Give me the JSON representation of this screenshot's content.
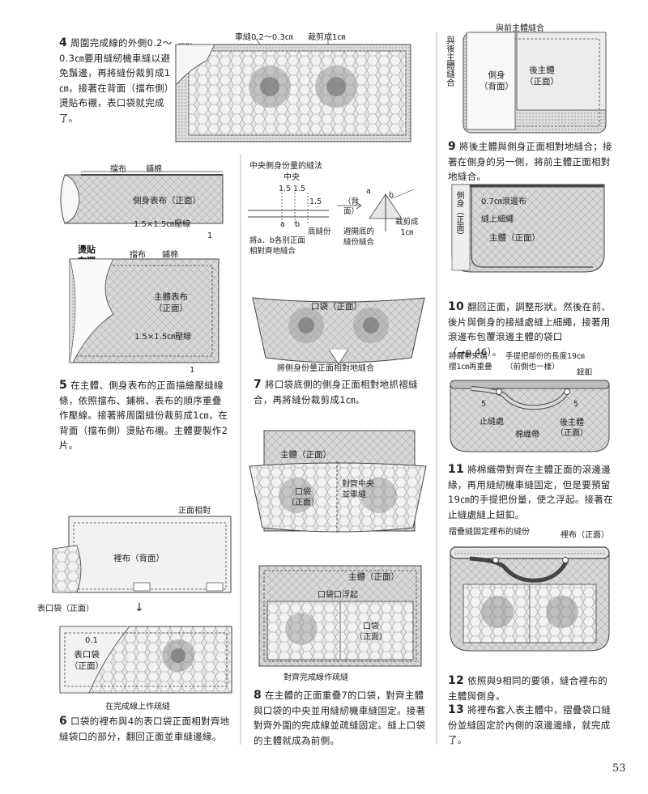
{
  "page_number": "53",
  "steps": {
    "s4": {
      "num": "4",
      "text": "周圍完成線的外側0.2〜0.3㎝要用縫紉機車縫以避免鬚邊，再將縫份裁剪成1㎝，接著在背面（擋布側）燙貼布襯，表口袋就完成了。"
    },
    "s5": {
      "num": "5",
      "text": "在主體、側身表布的正面描繪壓縫線條，依照擋布、鋪棉、表布的順序重疊作壓線。接著將周圍縫份裁剪成1㎝，在背面（擋布側）燙貼布襯。主體要製作2片。"
    },
    "s6": {
      "num": "6",
      "text": "口袋的裡布與4的表口袋正面相對齊地縫袋口的部分，翻回正面並車縫邊緣。"
    },
    "s7": {
      "num": "7",
      "text": "將口袋底側的側身正面相對地抓褶縫合，再將縫份裁剪成1㎝。"
    },
    "s8": {
      "num": "8",
      "text": "在主體的正面重疊7的口袋，對齊主體與口袋的中央並用縫紉機車縫固定。接著對齊外圍的完成線並疏縫固定。縫上口袋的主體就成為前側。"
    },
    "s9": {
      "num": "9",
      "text": "將後主體與側身正面相對地縫合；接著在側身的另一側，將前主體正面相對地縫合。"
    },
    "s10": {
      "num": "10",
      "text": "翻回正面，調整形狀。然後在前、後片與側身的接縫處縫上細繩，接著用滾邊布包覆滾邊主體的袋口（→p.46）。"
    },
    "s11": {
      "num": "11",
      "text": "將棉織帶對齊在主體正面的滾邊邊緣，再用縫紉機車縫固定，但是要預留19㎝的手提把份量，使之浮起。接著在止縫處縫上鈕釦。"
    },
    "s12": {
      "num": "12",
      "text": "依照與9相同的要領，縫合裡布的主體與側身。"
    },
    "s13": {
      "num": "13",
      "text": "將裡布套入表主體中，摺疊袋口縫份並縫固定於內側的滾邊邊緣，就完成了。"
    }
  },
  "fig4": {
    "l1": "燙貼",
    "l2": "布襯",
    "stitch": "車縫0.2〜0.3㎝",
    "cut": "裁剪成1㎝"
  },
  "fig5a": {
    "lining": "擋布",
    "batting": "鋪棉",
    "fabric": "側身表布（正面）",
    "quilt": "1.5×1.5㎝壓線",
    "one": "1"
  },
  "fig5b": {
    "interf1": "燙貼",
    "interf2": "布襯",
    "lining": "擋布",
    "batting": "鋪棉",
    "fabric1": "主體表布",
    "fabric2": "（正面）",
    "quilt": "1.5×1.5㎝壓線",
    "one": "1"
  },
  "fig_center": {
    "title": "中央側身份量的縫法",
    "center": "中央",
    "d1": "1.5",
    "d2": "1.5",
    "d3": "1.5",
    "a": "a",
    "b": "b",
    "a2": "a",
    "b2": "b",
    "bottom_seam": "底縫份",
    "back1": "（背",
    "back2": "面）",
    "note1": "將a．b各別正面",
    "note2": "相對齊地縫合",
    "open1": "避開底的",
    "open2": "縫份縫合",
    "cut1": "裁剪成",
    "cut2": "1㎝"
  },
  "fig7": {
    "pocket": "口袋（正面）",
    "sew": "將側身份量正面相對地縫合"
  },
  "fig8a": {
    "body": "主體（正面）",
    "align1": "對齊中央",
    "align2": "並車縫",
    "pocket1": "口袋",
    "pocket2": "（正面）"
  },
  "fig8b": {
    "body": "主體（正面）",
    "float": "口袋口浮起",
    "pocket1": "口袋",
    "pocket2": "（正面）",
    "baste": "對齊完成線作疏縫"
  },
  "fig6a": {
    "rs": "正面相對",
    "lining": "裡布（背面）",
    "outer": "表口袋（正面）",
    "arrow": "↓"
  },
  "fig6b": {
    "num": "0.1",
    "pocket1": "表口袋",
    "pocket2": "（正面）",
    "topstitch": "在完成線上作疏縫"
  },
  "fig9": {
    "front": "與前主體縫合",
    "back_side": "與後主體縫合",
    "side1": "側身",
    "side2": "（背面）",
    "rear1": "後主體",
    "rear2": "（正面）"
  },
  "fig10": {
    "side": "側身（正面）",
    "bind": "0.7㎝滾邊布",
    "cord": "縫上細繩",
    "body": "主體（正面）"
  },
  "fig11": {
    "end1": "將織帶末端",
    "end2": "摺1㎝再重疊",
    "handle1": "手提把部份的長度19㎝",
    "handle2": "（前側也一樣）",
    "button": "鈕釦",
    "five1": "5",
    "five2": "5",
    "stop": "止縫處",
    "tape": "棉織帶",
    "rear1": "後主體",
    "rear2": "（正面）"
  },
  "fig12": {
    "fold": "摺疊縫固定裡布的縫份",
    "lining": "裡布（正面）"
  }
}
